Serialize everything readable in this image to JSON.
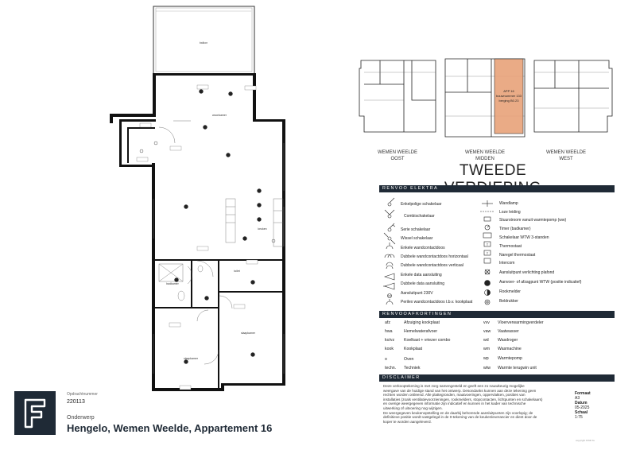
{
  "plan": {
    "title": "TWEEDE VERDIEPING",
    "buildings": [
      {
        "name": "WEMEN WEELDE",
        "side": "OOST"
      },
      {
        "name": "WEMEN WEELDE",
        "side": "MIDDEN"
      },
      {
        "name": "WEMEN WEELDE",
        "side": "WEST"
      }
    ],
    "highlight": {
      "lines": [
        "APP 16",
        "bouwnummer 133",
        "berging B0.23"
      ],
      "color": "#e8a27a"
    }
  },
  "rooms": {
    "balcony": "balkon",
    "living": "woonkamer",
    "kitchen": "keuken",
    "bedroom1": "slaapkamer",
    "bedroom2": "slaapkamer",
    "bathroom": "badkamer",
    "toilet": "toilet"
  },
  "legend_electra": {
    "header": "RENVOO ELEKTRA",
    "left": [
      "Enkelpolige schakelaar",
      "Combischakelaar",
      "Serie schakelaar",
      "Wissel schakelaar",
      "Enkele wandcontactdoos",
      "Dubbele wandcontactdoos horizontaal",
      "Dubbele wandcontactdoos verticaal",
      "Enkele data aansluiting",
      "Dubbele data aansluiting",
      "Aansluitpunt 230V",
      "Perilex wandcontactdoos t.b.v. kookplaat"
    ],
    "right": [
      "Wandlamp",
      "Loze leiding",
      "Stuurstroom vanuit warmtepomp (ww)",
      "Timer (badkamer)",
      "Schakelaar WTW 3-standen",
      "Thermostaat",
      "Naregel thermostaat",
      "Intercom",
      "Aansluitpunt verlichting plafond",
      "Aanvoer- of afzagpunt WTW (positie indicatief)",
      "Rookmelder",
      "Beldrukker"
    ]
  },
  "legend_abbr": {
    "header": "RENVOOAFKORTINGEN",
    "left": [
      {
        "code": "afz",
        "text": "Afzuiging kookplaat"
      },
      {
        "code": "hwa",
        "text": "Hemelwaterafvoer"
      },
      {
        "code": "ko/vz",
        "text": "Koelkast + vriezer combo"
      },
      {
        "code": "kook",
        "text": "Kookplaat"
      },
      {
        "code": "o",
        "text": "Oven"
      },
      {
        "code": "techn.",
        "text": "Techniek"
      }
    ],
    "right": [
      {
        "code": "vvv",
        "text": "Vloerverwarmingverdeler"
      },
      {
        "code": "vaw",
        "text": "Vaatwasser"
      },
      {
        "code": "wd",
        "text": "Wasdroger"
      },
      {
        "code": "wm",
        "text": "Wasmachine"
      },
      {
        "code": "wp",
        "text": "Warmtepomp"
      },
      {
        "code": "wtw",
        "text": "Warmte terugwin unit"
      }
    ]
  },
  "disclaimer": {
    "header": "DISCLAIMER",
    "lines": [
      "Deze verkooptekening is met zorg samengesteld en geeft een zo nauwkeurig mogelijke",
      "weergave van de huidige stand van het ontwerp. Desondanks kunnen aan deze tekening geen",
      "rechten worden ontleend. Alle plattegronden, maatvoeringen, oppervlakten, posities van",
      "installaties (zoals ventilatievoorzieningen, rookmelders, stopcontacten, lichtpunten en schakelaars)",
      "en overige weergegeven informatie zijn indicatief en kunnen in het kader van technische",
      "uitwerking of uitvoering nog wijzigen.",
      "De weergegeven keukenopstelling en de daarbij behorende aansluitpunten zijn voorlopig; de",
      "definitieve positie wordt vastgelegd in de 0-tekening van de keukenleverancier en dient door de",
      "koper te worden aangeleverd."
    ]
  },
  "meta": {
    "order_label": "Opdrachtnummer",
    "order_value": "220113",
    "subject_label": "Onderwerp",
    "subject_value": "Hengelo, Wemen Weelde, Appartement 16",
    "format_label": "Formaat",
    "format_value": "A3",
    "date_label": "Datum",
    "date_value": "05-2025",
    "scale_label": "Schaal",
    "scale_value": "1:75",
    "copyright": "copyright FIND bv"
  },
  "colors": {
    "dark": "#1f2a36",
    "accent": "#e8a27a",
    "wall": "#111111"
  }
}
